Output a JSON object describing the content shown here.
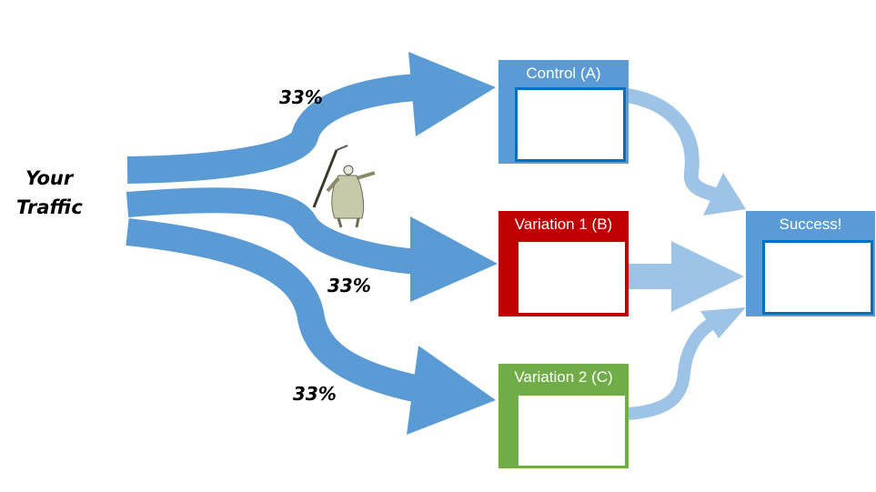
{
  "source": {
    "line1": "Your",
    "line2": "Traffic"
  },
  "splits": {
    "top": "33%",
    "middle": "33%",
    "bottom": "33%"
  },
  "boxes": {
    "control": {
      "title": "Control (A)"
    },
    "variation1": {
      "title": "Variation 1 (B)"
    },
    "variation2": {
      "title": "Variation 2 (C)"
    },
    "success": {
      "title": "Success!"
    }
  },
  "colors": {
    "traffic_arrow": "#5b9bd5",
    "result_arrow": "#9dc3e6",
    "control": "#5b9bd5",
    "control_inner_border": "#0070c0",
    "variation1": "#c00000",
    "variation2": "#70ad47",
    "success": "#5b9bd5",
    "success_inner_border": "#0070c0"
  },
  "icons": {
    "figure": "grim-reaper-icon"
  }
}
